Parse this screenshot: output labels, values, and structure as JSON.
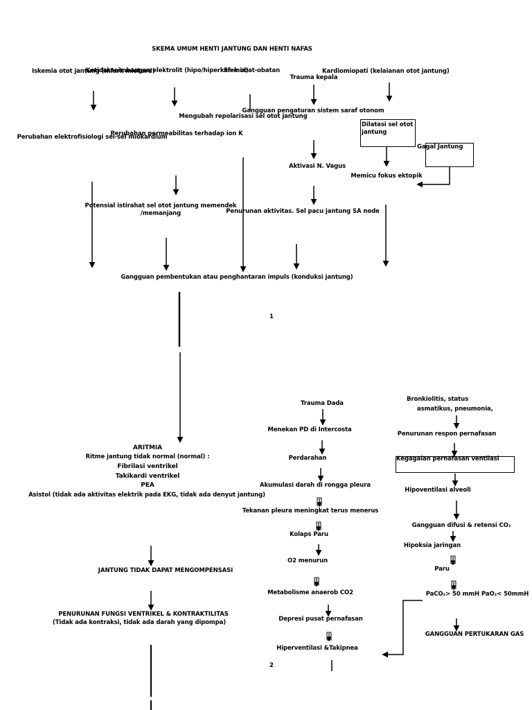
{
  "title": "SKEMA UMUM HENTI JANTUNG DAN HENTI NAFAS",
  "page_numbers": {
    "p1": "1",
    "p2": "2"
  },
  "part1": {
    "ischemia": "Iskemia otot jantung (Infark miokard)",
    "electrolyte": "Ketidakseimbangan elektrolit (hipo/hiperkalemia)",
    "drugs": "Efek obat-obatan",
    "head_trauma": "Trauma kepala",
    "cardiomyopathy": "Kardiomiopati (kelaianan otot jantung)",
    "nervous_disorder": "Gangguan pengaturan sistem saraf otonom",
    "repolarization": "Mengubah repolarisasi sel otot jantung",
    "dilation": "Dilatasi sel otot jantung",
    "heart_failure": "Gagal Jantung",
    "permeability": "Perubahan permeabilitas terhadap ion K",
    "electrophysiology": "Perubahan elektrofisiologi sel-sel miokardium",
    "vagus": "Aktivasi N. Vagus",
    "ectopic": "Memicu fokus ektopik",
    "resting_potential": "Potensial istirahat sel otot jantung memendek /memanjang",
    "sa_node": "Penurunan aktivitas. Sel pacu jantung SA node",
    "conduction": "Gangguan pembentukan atau penghantaran impuls (konduksi jantung)"
  },
  "arrhythmia": {
    "heading": "ARITMIA",
    "desc": "Ritme jantung tidak normal (normal) :",
    "items": [
      "Fibrilasi ventrikel",
      "Takikardi ventrikel",
      "PEA",
      "Asistol (tidak ada aktivitas elektrik pada EKG, tidak ada denyut jantung)"
    ]
  },
  "compensation": "JANTUNG TIDAK DAPAT MENGOMPENSASI",
  "ventricle": {
    "line1": "PENURUNAN FUNGSI VENTRIKEL & KONTRAKTILITAS",
    "line2": "(Tidak ada kontraksi, tidak ada darah yang dipompa)"
  },
  "chest": {
    "trauma": "Trauma Dada",
    "press": "Menekan PD di Intercosta",
    "bleeding": "Perdarahan",
    "accumulation": "Akumulasi darah di rongga pleura",
    "pressure": "Tekanan pleura meningkat terus menerus",
    "collapse": "Kolaps Paru",
    "o2": "O2 menurun",
    "anaerob": "Metabolisme anaerob CO2",
    "depression": "Depresi pusat pernafasan",
    "hyperventilation": "Hiperventilasi &Takipnea"
  },
  "resp": {
    "bronch_1": "Bronkiolitis, status",
    "bronch_2": "asmatikus, pneumonia,",
    "decline": "Penurunan respon pernafasan",
    "failure": "Kegagalan pernafasan ventilasi",
    "hypovent": "Hipoventilasi alveoli",
    "diffusion": "Gangguan difusi & retensi CO₂",
    "hypoxia": "Hipoksia jaringan",
    "lung": "Paru",
    "paco2": "PaCO₂> 50 mmH PaO₂< 50mmH",
    "exchange": "GANGGUAN PERTUKARAN GAS"
  }
}
